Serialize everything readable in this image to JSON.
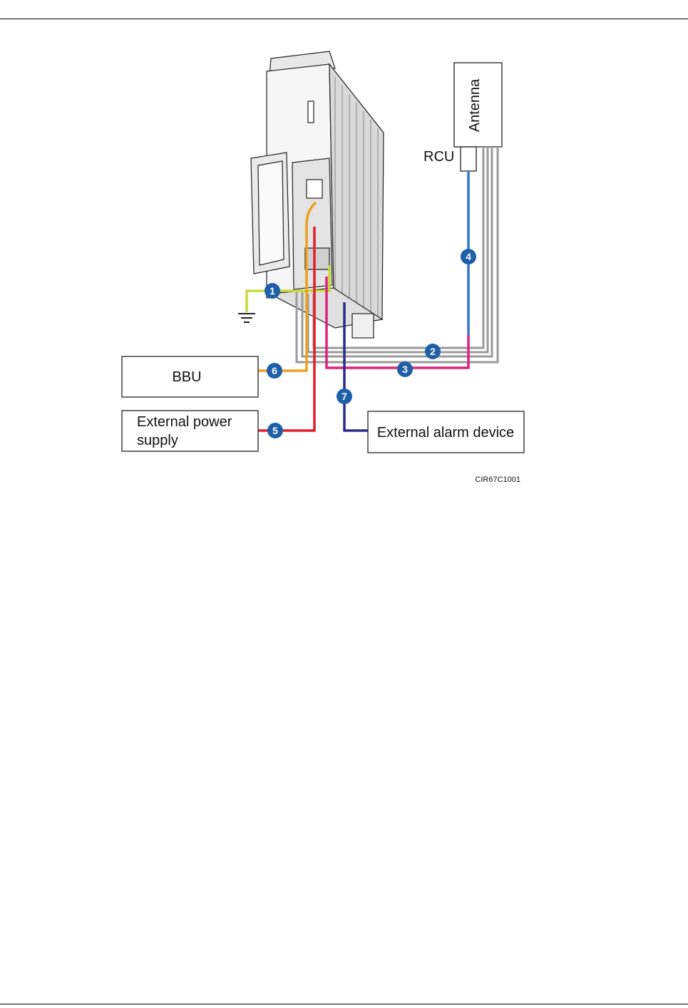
{
  "labels": {
    "antenna": "Antenna",
    "rcu": "RCU",
    "bbu": "BBU",
    "power_line1": "External power",
    "power_line2": "supply",
    "alarm": "External alarm device",
    "figure_code": "CIR67C1001"
  },
  "callouts": [
    "1",
    "2",
    "3",
    "4",
    "5",
    "6",
    "7"
  ],
  "colors": {
    "ground": "#c8d83a",
    "ground_alt": "#4aa05a",
    "feeder": "#9a9a9a",
    "cpri": "#e0207a",
    "rcu_cable": "#2e78c8",
    "power": "#e01e2a",
    "bbu_fiber": "#f0a020",
    "alarm": "#2a2a8a",
    "badge": "#1f5fa8"
  }
}
